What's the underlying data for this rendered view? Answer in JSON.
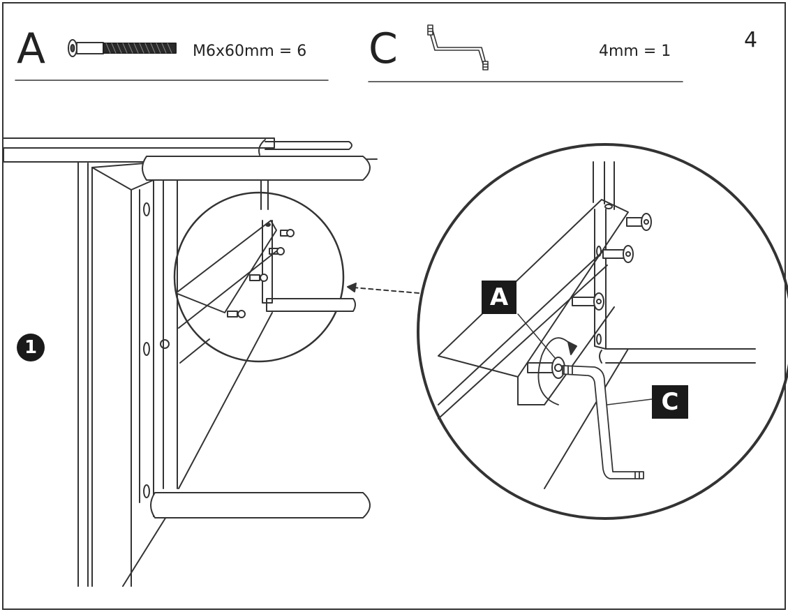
{
  "header": {
    "part_a": {
      "letter": "A",
      "quantity": "M6x60mm = 6",
      "icon": "bolt-icon"
    },
    "part_c": {
      "letter": "C",
      "quantity": "4mm = 1",
      "icon": "allen-key-icon"
    },
    "page_number": "4"
  },
  "diagram": {
    "step_badge": "1",
    "callouts": {
      "bolt": "A",
      "allen_key": "C"
    }
  }
}
